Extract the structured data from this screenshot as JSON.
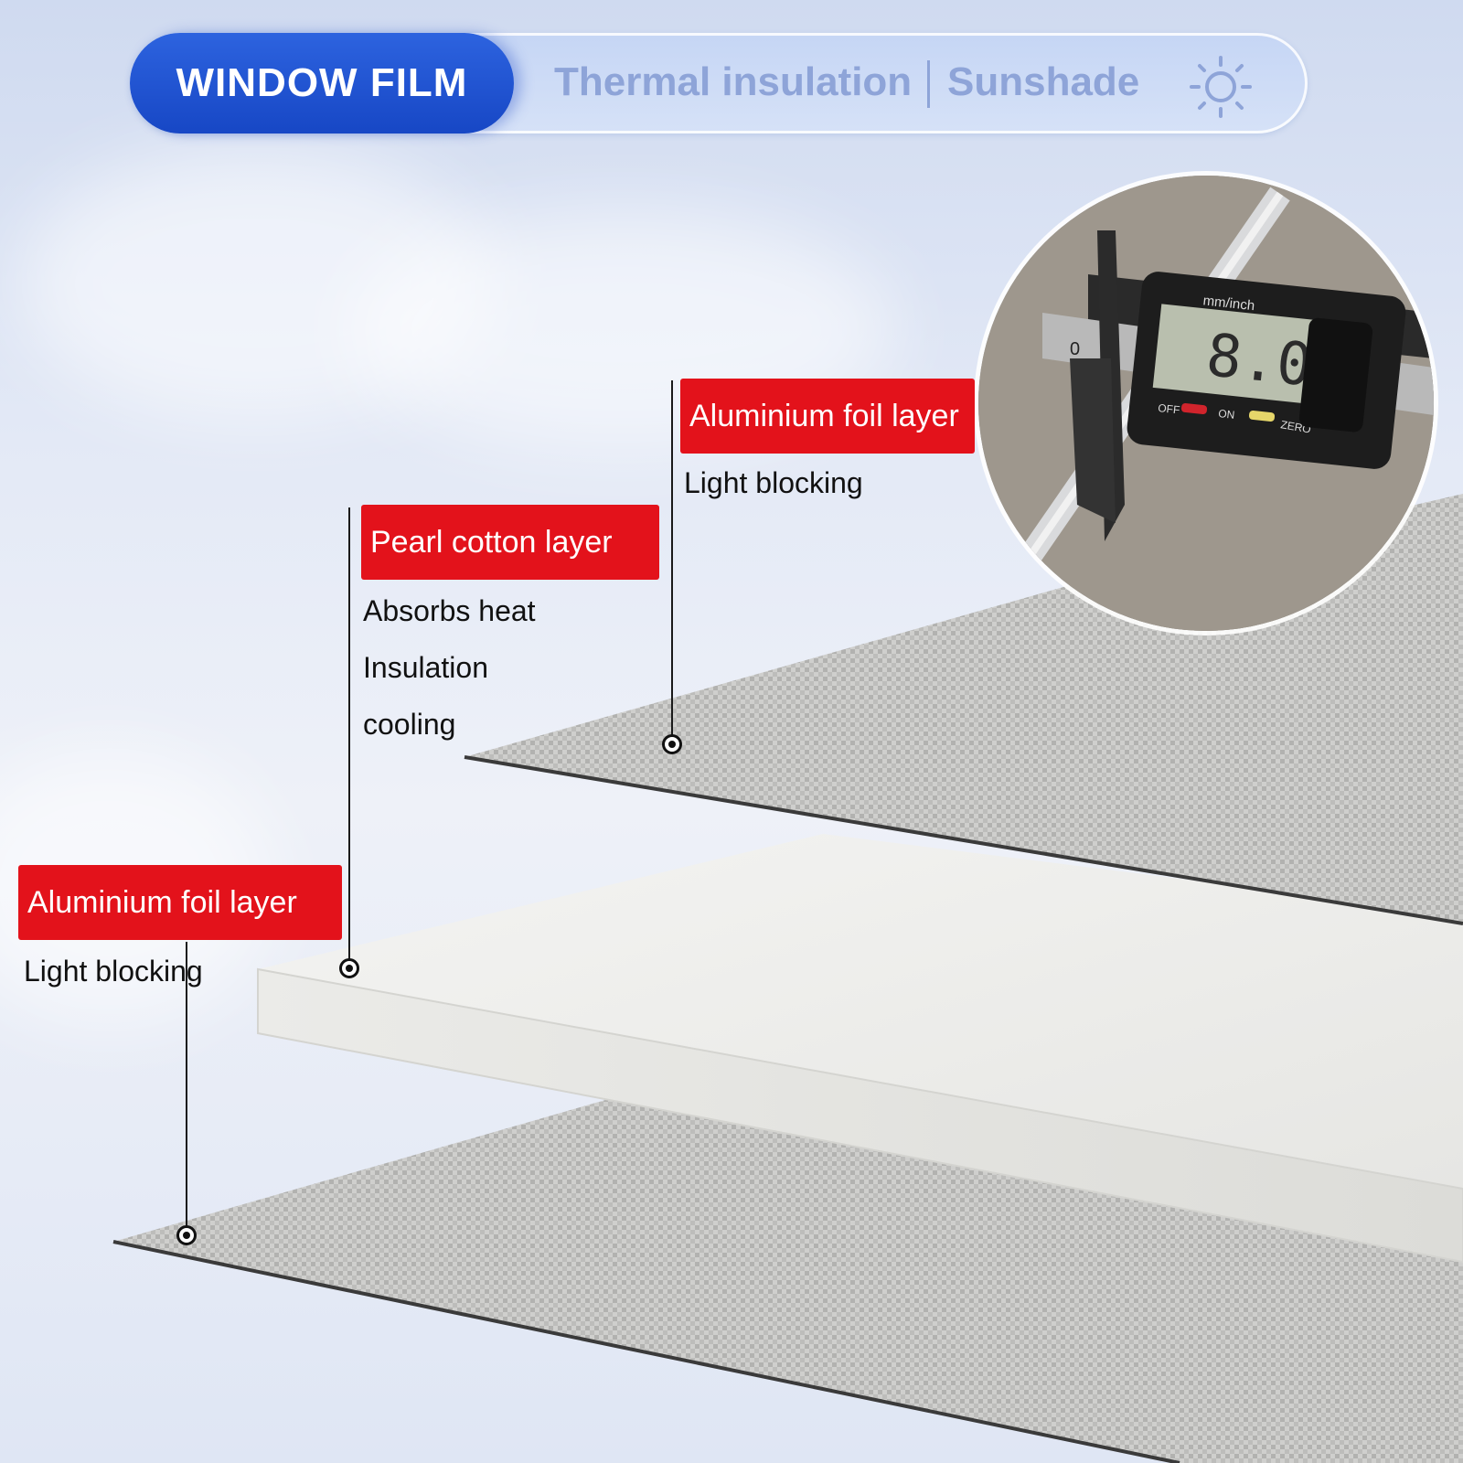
{
  "header": {
    "brand": "WINDOW FILM",
    "tag1": "Thermal insulation",
    "tag2": "Sunshade",
    "sun_icon": "sun-icon"
  },
  "caliper": {
    "reading": "8.0",
    "scale_zero": "0",
    "unit_label": "mm/inch",
    "off_label": "OFF",
    "on_label": "ON",
    "zero_label": "ZERO"
  },
  "top_layer": {
    "title": "Aluminium foil layer",
    "desc": "Light blocking"
  },
  "middle_layer": {
    "title": "Pearl cotton layer",
    "desc1": "Absorbs heat",
    "desc2": "Insulation",
    "desc3": "cooling"
  },
  "bottom_layer": {
    "title": "Aluminium foil layer",
    "desc": "Light blocking"
  },
  "colors": {
    "brand_blue": "#1f55d6",
    "label_red": "#e3121b",
    "tag_text": "#8ea4d8"
  }
}
